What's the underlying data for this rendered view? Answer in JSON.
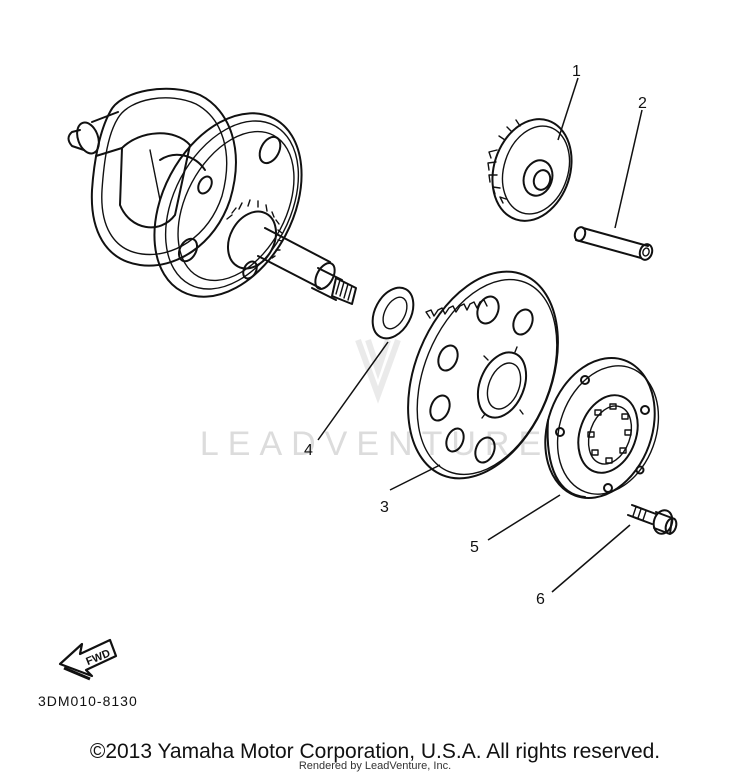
{
  "diagram": {
    "callouts": [
      {
        "id": "1",
        "text": "1"
      },
      {
        "id": "2",
        "text": "2"
      },
      {
        "id": "3",
        "text": "3"
      },
      {
        "id": "4",
        "text": "4"
      },
      {
        "id": "5",
        "text": "5"
      },
      {
        "id": "6",
        "text": "6"
      }
    ],
    "fwd_label": "FWD",
    "part_code": "3DM010-8130",
    "watermark": "LEADVENTURE",
    "copyright": "©2013 Yamaha Motor Corporation, U.S.A. All rights reserved.",
    "rendered_by": "Rendered by LeadVenture, Inc."
  }
}
